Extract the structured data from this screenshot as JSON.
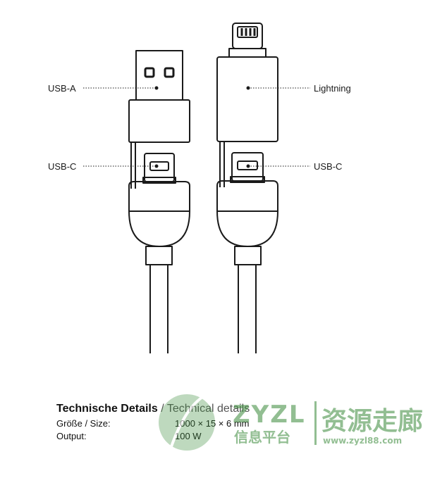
{
  "labels": {
    "usb_a": "USB-A",
    "usb_c_left": "USB-C",
    "lightning": "Lightning",
    "usb_c_right": "USB-C"
  },
  "details": {
    "heading_de": "Technische Details",
    "heading_sep": " / ",
    "heading_en": "Technical details",
    "rows": [
      {
        "key": "Größe / Size:",
        "value": "1000 × 15 × 6 mm"
      },
      {
        "key": "Output:",
        "value": "100 W"
      }
    ]
  },
  "watermark": {
    "latin": "ZYZL",
    "cn_small": "信息平台",
    "cn_big": "资源走廊",
    "url": "www.zyzl88.com"
  },
  "colors": {
    "line": "#1a1a1a",
    "watermark": "#3a8a3a"
  }
}
